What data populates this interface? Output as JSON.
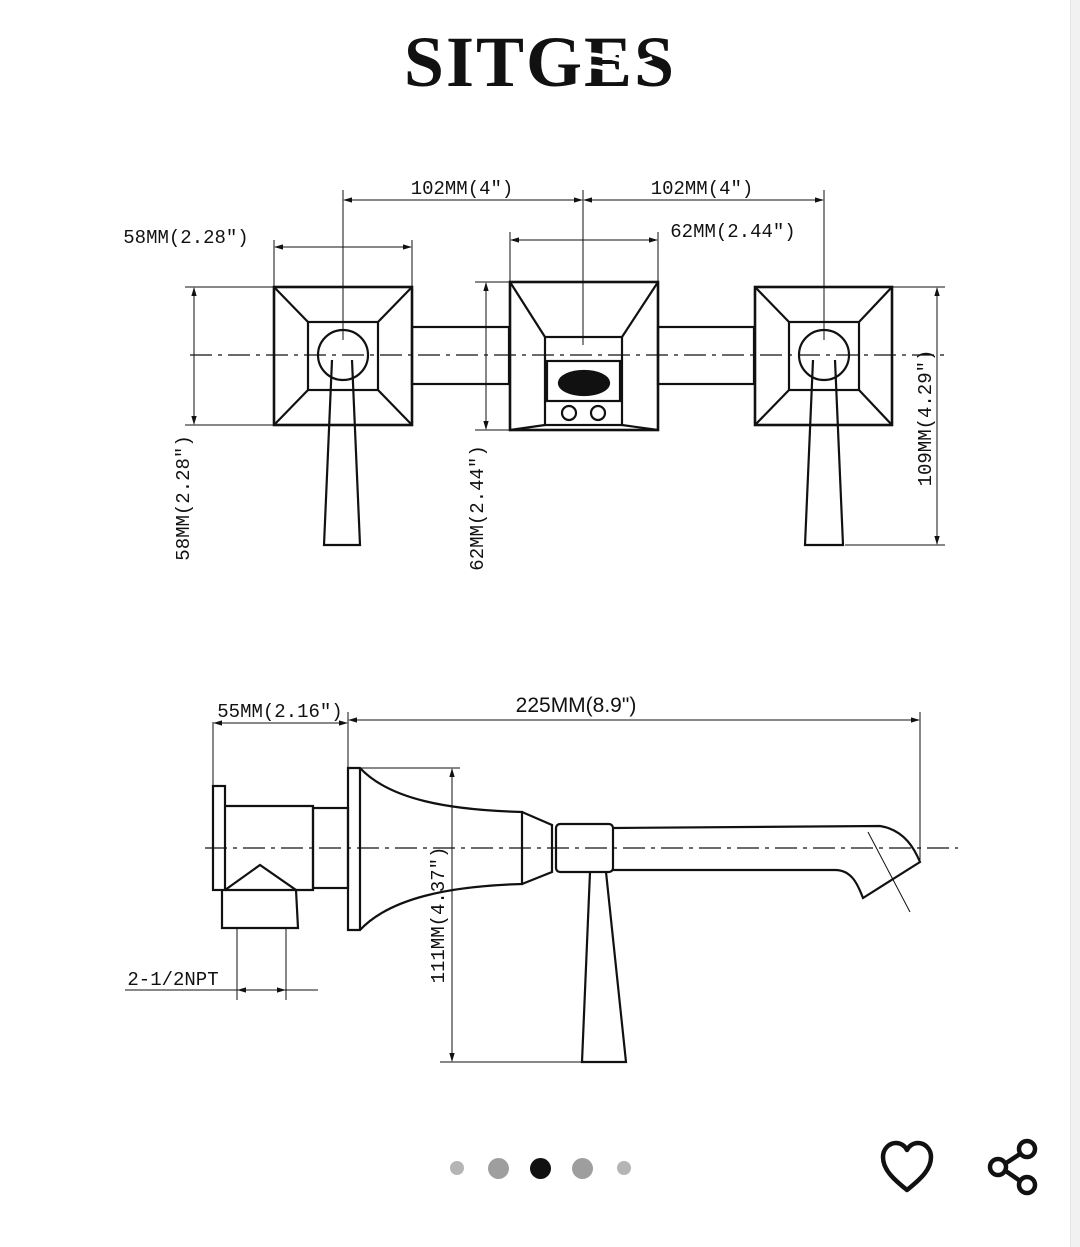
{
  "brand": {
    "logo_text": "SITGES",
    "color": "#111111"
  },
  "front_view": {
    "dim_top_left": "102MM(4\")",
    "dim_top_right": "102MM(4\")",
    "dim_left_width": "58MM(2.28\")",
    "dim_center_width": "62MM(2.44\")",
    "dim_left_height": "58MM(2.28\")",
    "dim_center_height": "62MM(2.44\")",
    "dim_total_height": "109MM(4.29\")"
  },
  "side_view": {
    "dim_depth": "55MM(2.16\")",
    "dim_reach": "225MM(8.9\")",
    "dim_height": "111MM(4.37\")",
    "dim_connection": "2-1/2NPT"
  },
  "carousel": {
    "total": 5,
    "active_index": 2,
    "active_color": "#111111",
    "inactive_color": "#9e9e9e",
    "near_color": "#b5b5b5"
  },
  "actions": {
    "favorite_icon": "heart-icon",
    "share_icon": "share-icon"
  }
}
